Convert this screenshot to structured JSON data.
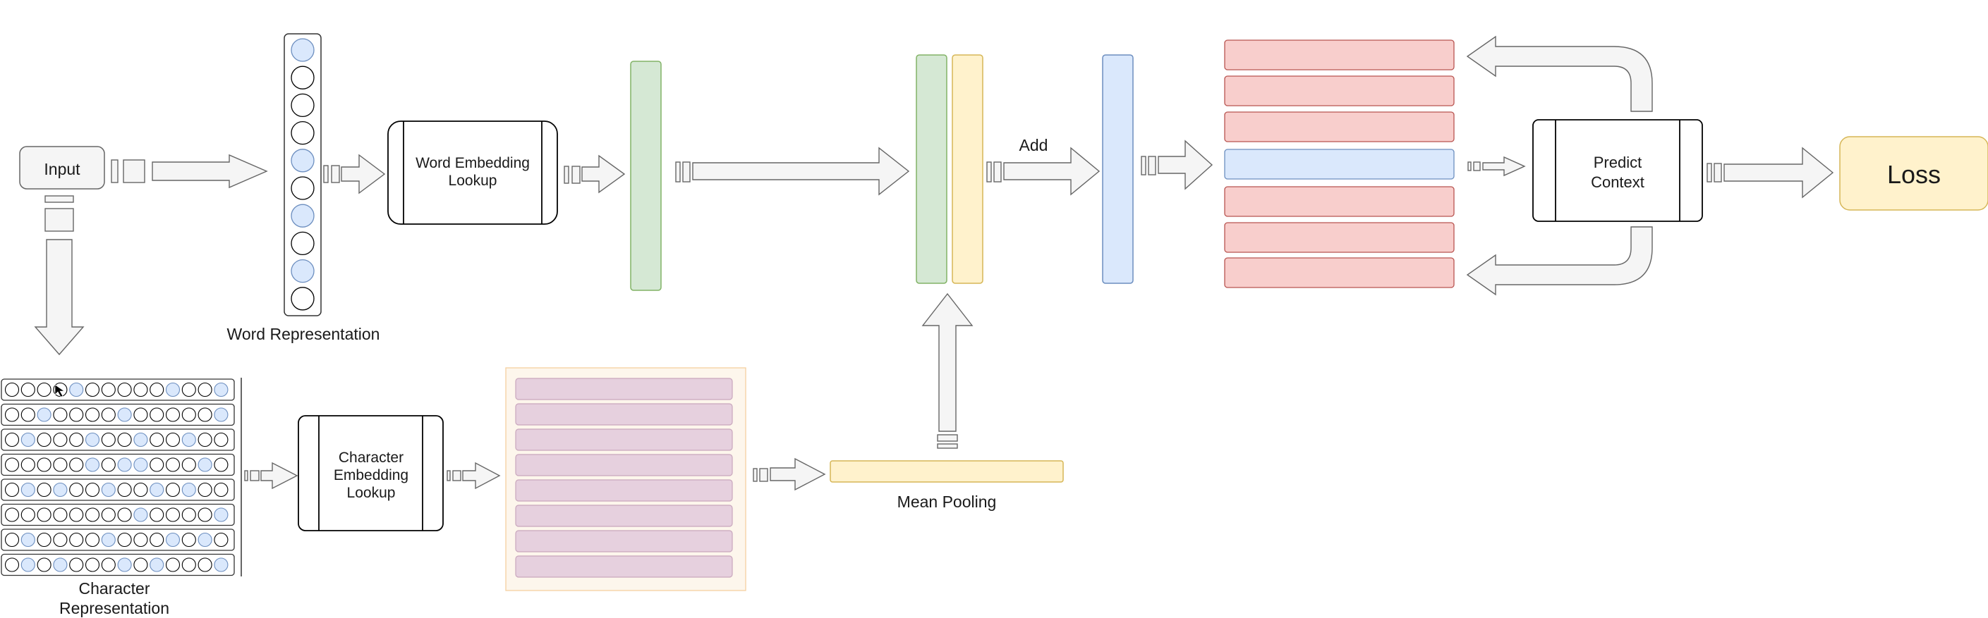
{
  "labels": {
    "input": "Input",
    "word_representation": "Word Representation",
    "word_embedding_lookup_line1": "Word Embedding",
    "word_embedding_lookup_line2": "Lookup",
    "add": "Add",
    "predict_context_line1": "Predict",
    "predict_context_line2": "Context",
    "loss": "Loss",
    "character_representation_line1": "Character",
    "character_representation_line2": "Representation",
    "character_embedding_lookup_line1": "Character",
    "character_embedding_lookup_line2": "Embedding",
    "character_embedding_lookup_line3": "Lookup",
    "mean_pooling": "Mean Pooling"
  },
  "word_representation_cells": [
    1,
    0,
    0,
    0,
    1,
    0,
    1,
    0,
    1,
    0
  ],
  "character_representation_rows": [
    [
      0,
      0,
      0,
      0,
      1,
      0,
      0,
      0,
      0,
      0,
      1,
      0,
      0,
      1
    ],
    [
      0,
      0,
      1,
      0,
      0,
      0,
      0,
      1,
      0,
      0,
      0,
      0,
      0,
      1
    ],
    [
      0,
      1,
      0,
      0,
      0,
      1,
      0,
      0,
      1,
      0,
      0,
      1,
      0,
      0
    ],
    [
      0,
      0,
      0,
      0,
      0,
      1,
      0,
      1,
      1,
      0,
      0,
      0,
      1,
      0
    ],
    [
      0,
      1,
      0,
      1,
      0,
      0,
      1,
      0,
      0,
      1,
      0,
      1,
      0,
      0
    ],
    [
      0,
      0,
      0,
      0,
      0,
      0,
      0,
      0,
      1,
      0,
      0,
      0,
      0,
      1
    ],
    [
      0,
      1,
      0,
      0,
      0,
      0,
      1,
      0,
      0,
      0,
      1,
      0,
      1,
      0
    ],
    [
      0,
      1,
      0,
      1,
      0,
      0,
      0,
      1,
      0,
      1,
      0,
      0,
      0,
      1
    ]
  ],
  "colors": {
    "green_vector_fill": "#d5e8d4",
    "green_vector_stroke": "#82b366",
    "yellow_vector_fill": "#fff2cc",
    "yellow_vector_stroke": "#d6b656",
    "blue_vector_fill": "#dae8fc",
    "blue_vector_stroke": "#6c8ebf",
    "red_vector_fill": "#f8cecc",
    "red_vector_stroke": "#b85450",
    "char_embedding_fill": "#e6d0de",
    "char_embedding_panel": "#fdf6ec",
    "loss_fill": "#fff2cc",
    "arrow_fill": "#f5f5f5",
    "arrow_stroke": "#666666"
  }
}
